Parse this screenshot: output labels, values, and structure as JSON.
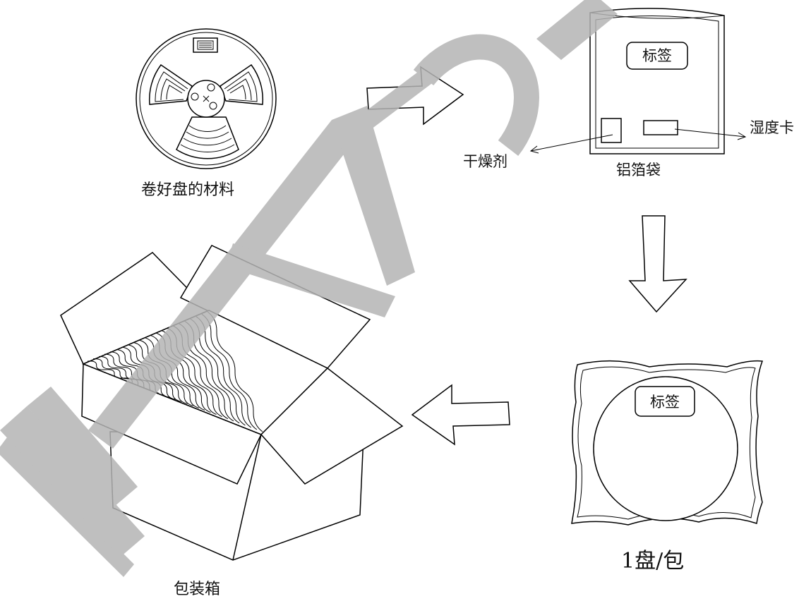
{
  "labels": {
    "reel": "卷好盘的材料",
    "bag": "铝箔袋",
    "desiccant": "干燥剂",
    "humidity_card": "湿度卡",
    "bag_label": "标签",
    "sealed_pack_label": "标签",
    "per_pack": "1盘/包",
    "carton": "包装箱"
  },
  "watermark": {
    "text": "NEW OF",
    "color": "#b4b4b4"
  }
}
